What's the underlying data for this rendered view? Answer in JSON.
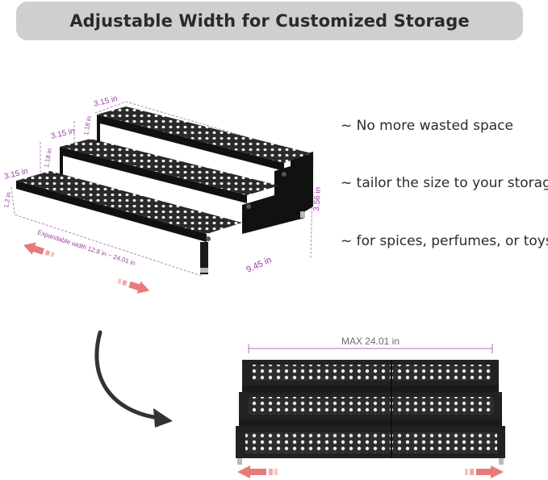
{
  "banner": {
    "title": "Adjustable Width for Customized Storage"
  },
  "features": [
    "~ No more wasted space",
    "~ tailor the size to your storage",
    "~ for spices, perfumes, or toys"
  ],
  "dimensions": {
    "top_depth": "3.15 in",
    "mid_depth": "3.15 in",
    "low_depth": "3.15 in",
    "riser_top": "1.18 in",
    "riser_mid": "1.18 in",
    "riser_low": "1.2 in",
    "height": "3.56 in",
    "side_depth": "9.45 in",
    "expandable": "Expandable width 12.8 in ~ 24.01 in"
  },
  "max_width": "MAX 24.01 in",
  "colors": {
    "banner": "#cfcfd0",
    "dimension": "#9a3fa0",
    "arrow": "#e87a7a",
    "rack": "#262626"
  }
}
